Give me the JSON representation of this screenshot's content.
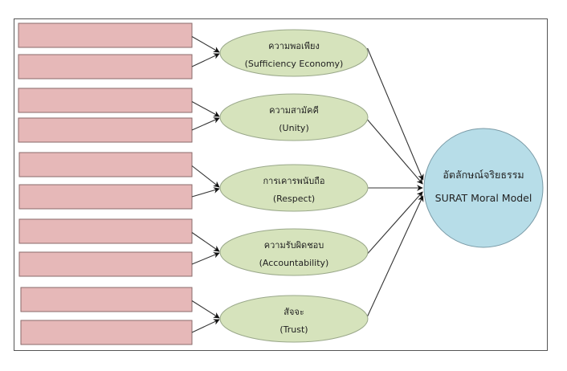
{
  "diagram": {
    "type": "structural-model",
    "colors": {
      "indicator_fill": "#e6b8b8",
      "indicator_stroke": "#8a6a6a",
      "factor_fill": "#d6e3bc",
      "factor_stroke": "#9aa88a",
      "outcome_fill": "#b7dde8",
      "outcome_stroke": "#7a9aa6",
      "arrow": "#333333"
    },
    "factors": [
      {
        "id": "sufficiency",
        "label_th": "ความพอเพียง",
        "label_en": "(Sufficiency Economy)",
        "indicators": 2
      },
      {
        "id": "unity",
        "label_th": "ความสามัคคี",
        "label_en": "(Unity)",
        "indicators": 2
      },
      {
        "id": "respect",
        "label_th": "การเคารพนับถือ",
        "label_en": "(Respect)",
        "indicators": 2
      },
      {
        "id": "accountability",
        "label_th": "ความรับผิดชอบ",
        "label_en": "(Accountability)",
        "indicators": 2
      },
      {
        "id": "trust",
        "label_th": "สัจจะ",
        "label_en": "(Trust)",
        "indicators": 2
      }
    ],
    "outcome": {
      "label_th": "อัตลักษณ์จริยธรรม",
      "label_en": "SURAT Moral Model"
    }
  }
}
